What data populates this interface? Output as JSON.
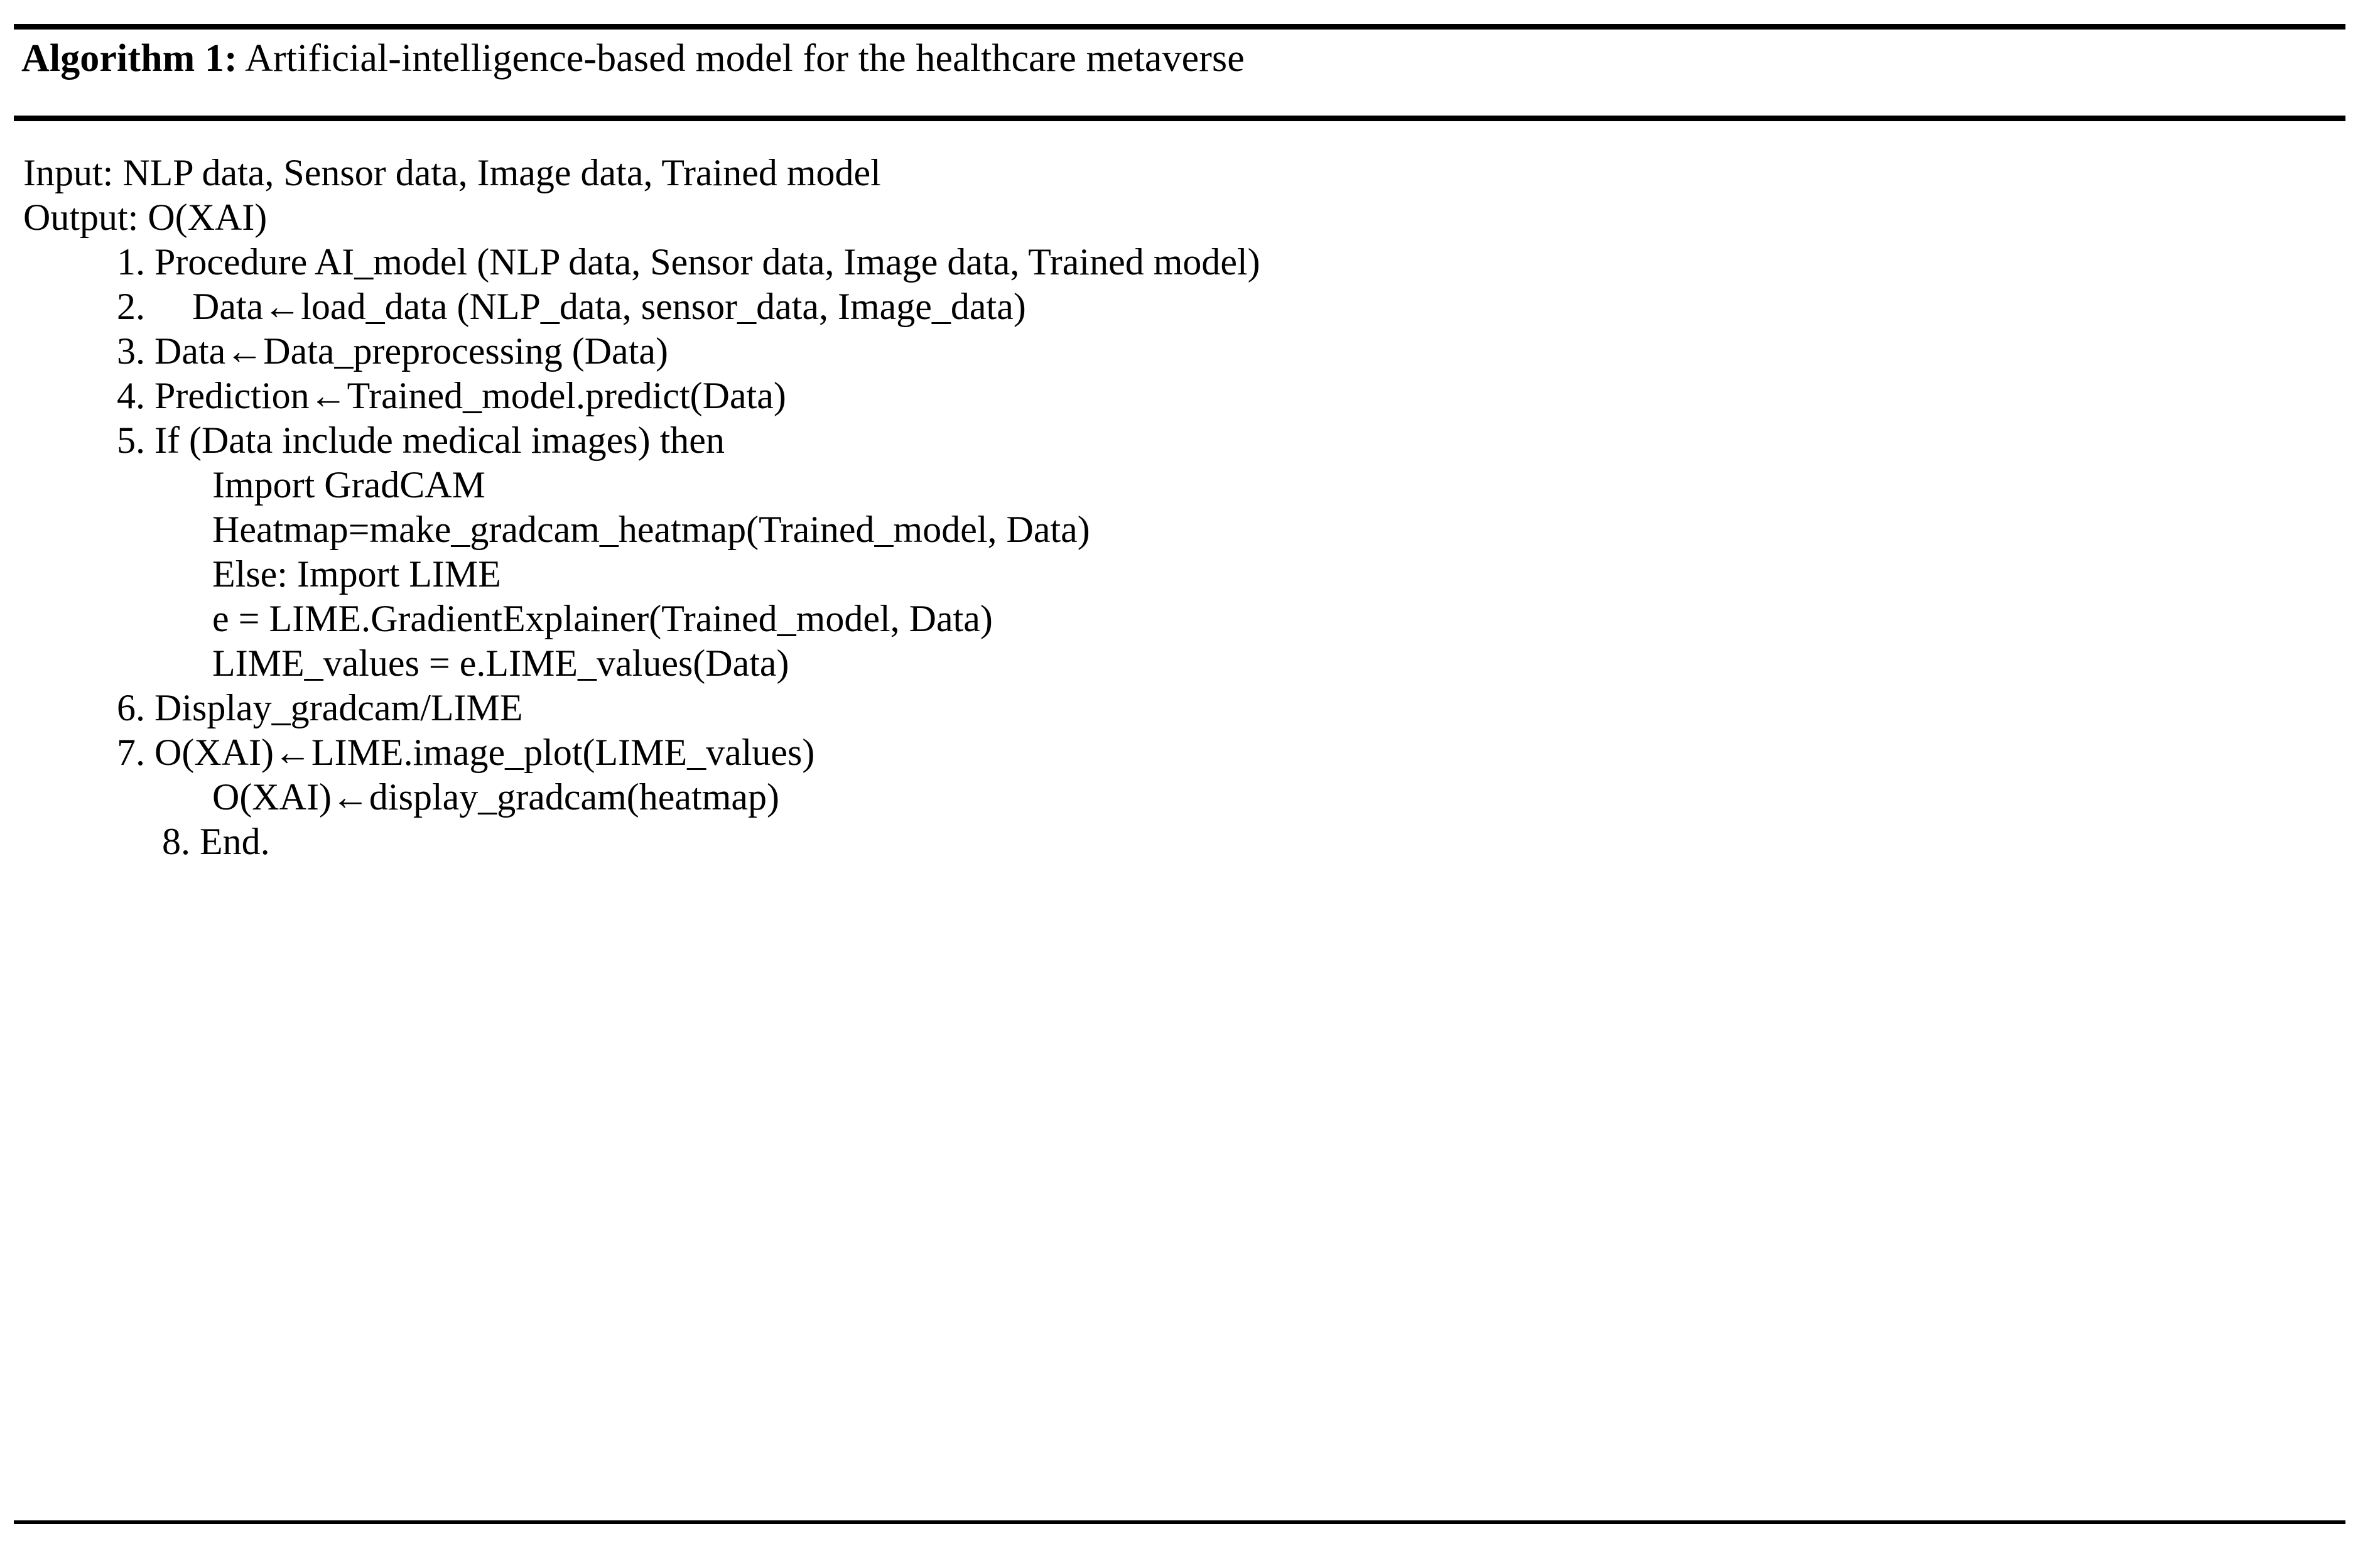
{
  "algorithm": {
    "title_label": "Algorithm 1:",
    "title_text": " Artificial-intelligence-based model for the healthcare metaverse",
    "io": {
      "input": "Input: NLP data, Sensor data, Image data, Trained model",
      "output": "Output: O(XAI)"
    },
    "lines": [
      {
        "id": "line-1",
        "indent": "lvl1",
        "text": "1. Procedure AI_model (NLP data, Sensor data, Image data, Trained model)"
      },
      {
        "id": "line-2",
        "indent": "lvl1",
        "text": "2.     Data←load_data (NLP_data, sensor_data, Image_data)"
      },
      {
        "id": "line-3",
        "indent": "lvl1",
        "text": "3. Data←Data_preprocessing (Data)"
      },
      {
        "id": "line-4",
        "indent": "lvl1",
        "text": "4. Prediction←Trained_model.predict(Data)"
      },
      {
        "id": "line-5",
        "indent": "lvl1",
        "text": "5. If (Data include medical images) then"
      },
      {
        "id": "line-6",
        "indent": "lvl2",
        "text": "Import GradCAM"
      },
      {
        "id": "line-7",
        "indent": "lvl2",
        "text": "Heatmap=make_gradcam_heatmap(Trained_model, Data)"
      },
      {
        "id": "line-8",
        "indent": "lvl2",
        "text": "Else: Import LIME"
      },
      {
        "id": "line-9",
        "indent": "lvl2",
        "text": "e = LIME.GradientExplainer(Trained_model, Data)"
      },
      {
        "id": "line-10",
        "indent": "lvl2",
        "text": "LIME_values = e.LIME_values(Data)"
      },
      {
        "id": "line-11",
        "indent": "lvl1",
        "text": "6. Display_gradcam/LIME"
      },
      {
        "id": "line-12",
        "indent": "lvl1",
        "text": "7. O(XAI)←LIME.image_plot(LIME_values)"
      },
      {
        "id": "line-13",
        "indent": "lvl2",
        "text": "O(XAI)←display_gradcam(heatmap)"
      },
      {
        "id": "line-14",
        "indent": "lvl-end",
        "text": "8. End."
      }
    ]
  },
  "colors": {
    "text": "#000000",
    "rule": "#000000",
    "background": "#ffffff"
  }
}
